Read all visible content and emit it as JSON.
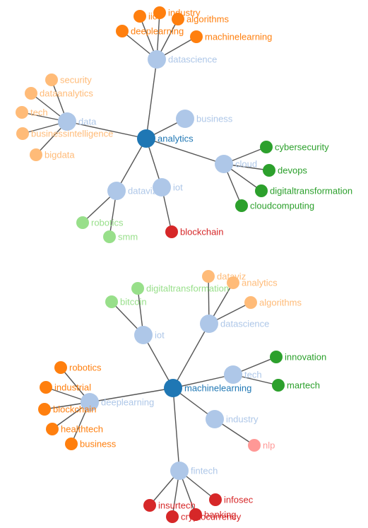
{
  "colors": {
    "center": "#1f77b4",
    "hub": "#aec7e8",
    "orange": "#ff7f0e",
    "light_orange": "#ffbb78",
    "green": "#2ca02c",
    "light_green": "#98df8a",
    "red": "#d62728",
    "pink": "#ff9896",
    "edge": "#555555"
  },
  "graphs": [
    {
      "center": "analytics",
      "nodes": [
        {
          "id": "analytics",
          "label": "analytics",
          "group": "center"
        },
        {
          "id": "datascience",
          "label": "datascience",
          "group": "hub"
        },
        {
          "id": "data",
          "label": "data",
          "group": "hub"
        },
        {
          "id": "business",
          "label": "business",
          "group": "hub"
        },
        {
          "id": "cloud",
          "label": "cloud",
          "group": "hub"
        },
        {
          "id": "dataviz",
          "label": "dataviz",
          "group": "hub"
        },
        {
          "id": "iot",
          "label": "iot",
          "group": "hub"
        },
        {
          "id": "industry",
          "label": "industry",
          "group": "orange"
        },
        {
          "id": "iiot",
          "label": "iiot",
          "group": "orange"
        },
        {
          "id": "algorithms",
          "label": "algorithms",
          "group": "orange"
        },
        {
          "id": "deeplearning",
          "label": "deeplearning",
          "group": "orange"
        },
        {
          "id": "machinelearning",
          "label": "machinelearning",
          "group": "orange"
        },
        {
          "id": "security",
          "label": "security",
          "group": "light_orange"
        },
        {
          "id": "dataanalytics",
          "label": "dataanalytics",
          "group": "light_orange"
        },
        {
          "id": "tech",
          "label": "tech",
          "group": "light_orange"
        },
        {
          "id": "businessintelligence",
          "label": "businessintelligence",
          "group": "light_orange"
        },
        {
          "id": "bigdata",
          "label": "bigdata",
          "group": "light_orange"
        },
        {
          "id": "cybersecurity",
          "label": "cybersecurity",
          "group": "green"
        },
        {
          "id": "devops",
          "label": "devops",
          "group": "green"
        },
        {
          "id": "digitaltransformation",
          "label": "digitaltransformation",
          "group": "green"
        },
        {
          "id": "cloudcomputing",
          "label": "cloudcomputing",
          "group": "green"
        },
        {
          "id": "robotics",
          "label": "robotics",
          "group": "light_green"
        },
        {
          "id": "smm",
          "label": "smm",
          "group": "light_green"
        },
        {
          "id": "blockchain",
          "label": "blockchain",
          "group": "red"
        }
      ],
      "edges": [
        [
          "analytics",
          "datascience"
        ],
        [
          "analytics",
          "data"
        ],
        [
          "analytics",
          "business"
        ],
        [
          "analytics",
          "cloud"
        ],
        [
          "analytics",
          "dataviz"
        ],
        [
          "analytics",
          "iot"
        ],
        [
          "datascience",
          "industry"
        ],
        [
          "datascience",
          "iiot"
        ],
        [
          "datascience",
          "algorithms"
        ],
        [
          "datascience",
          "deeplearning"
        ],
        [
          "datascience",
          "machinelearning"
        ],
        [
          "data",
          "security"
        ],
        [
          "data",
          "dataanalytics"
        ],
        [
          "data",
          "tech"
        ],
        [
          "data",
          "businessintelligence"
        ],
        [
          "data",
          "bigdata"
        ],
        [
          "cloud",
          "cybersecurity"
        ],
        [
          "cloud",
          "devops"
        ],
        [
          "cloud",
          "digitaltransformation"
        ],
        [
          "cloud",
          "cloudcomputing"
        ],
        [
          "dataviz",
          "robotics"
        ],
        [
          "dataviz",
          "smm"
        ],
        [
          "iot",
          "blockchain"
        ]
      ]
    },
    {
      "center": "machinelearning",
      "nodes": [
        {
          "id": "machinelearning",
          "label": "machinelearning",
          "group": "center"
        },
        {
          "id": "iot",
          "label": "iot",
          "group": "hub"
        },
        {
          "id": "datascience",
          "label": "datascience",
          "group": "hub"
        },
        {
          "id": "tech",
          "label": "tech",
          "group": "hub"
        },
        {
          "id": "deeplearning",
          "label": "deeplearning",
          "group": "hub"
        },
        {
          "id": "industry",
          "label": "industry",
          "group": "hub"
        },
        {
          "id": "fintech",
          "label": "fintech",
          "group": "hub"
        },
        {
          "id": "digitaltransformation",
          "label": "digitaltransformation",
          "group": "light_green"
        },
        {
          "id": "bitcoin",
          "label": "bitcoin",
          "group": "light_green"
        },
        {
          "id": "dataviz",
          "label": "dataviz",
          "group": "light_orange"
        },
        {
          "id": "analytics",
          "label": "analytics",
          "group": "light_orange"
        },
        {
          "id": "algorithms",
          "label": "algorithms",
          "group": "light_orange"
        },
        {
          "id": "innovation",
          "label": "innovation",
          "group": "green"
        },
        {
          "id": "martech",
          "label": "martech",
          "group": "green"
        },
        {
          "id": "robotics",
          "label": "robotics",
          "group": "orange"
        },
        {
          "id": "industrial",
          "label": "industrial",
          "group": "orange"
        },
        {
          "id": "blockchain",
          "label": "blockchain",
          "group": "orange"
        },
        {
          "id": "healthtech",
          "label": "healthtech",
          "group": "orange"
        },
        {
          "id": "business",
          "label": "business",
          "group": "orange"
        },
        {
          "id": "nlp",
          "label": "nlp",
          "group": "pink"
        },
        {
          "id": "infosec",
          "label": "infosec",
          "group": "red"
        },
        {
          "id": "insurtech",
          "label": "insurtech",
          "group": "red"
        },
        {
          "id": "banking",
          "label": "banking",
          "group": "red"
        },
        {
          "id": "cryptocurrency",
          "label": "cryptocurrency",
          "group": "red"
        }
      ],
      "edges": [
        [
          "machinelearning",
          "iot"
        ],
        [
          "machinelearning",
          "datascience"
        ],
        [
          "machinelearning",
          "tech"
        ],
        [
          "machinelearning",
          "deeplearning"
        ],
        [
          "machinelearning",
          "industry"
        ],
        [
          "machinelearning",
          "fintech"
        ],
        [
          "iot",
          "digitaltransformation"
        ],
        [
          "iot",
          "bitcoin"
        ],
        [
          "datascience",
          "dataviz"
        ],
        [
          "datascience",
          "analytics"
        ],
        [
          "datascience",
          "algorithms"
        ],
        [
          "tech",
          "innovation"
        ],
        [
          "tech",
          "martech"
        ],
        [
          "deeplearning",
          "robotics"
        ],
        [
          "deeplearning",
          "industrial"
        ],
        [
          "deeplearning",
          "blockchain"
        ],
        [
          "deeplearning",
          "healthtech"
        ],
        [
          "deeplearning",
          "business"
        ],
        [
          "industry",
          "nlp"
        ],
        [
          "fintech",
          "infosec"
        ],
        [
          "fintech",
          "insurtech"
        ],
        [
          "fintech",
          "banking"
        ],
        [
          "fintech",
          "cryptocurrency"
        ]
      ]
    }
  ]
}
